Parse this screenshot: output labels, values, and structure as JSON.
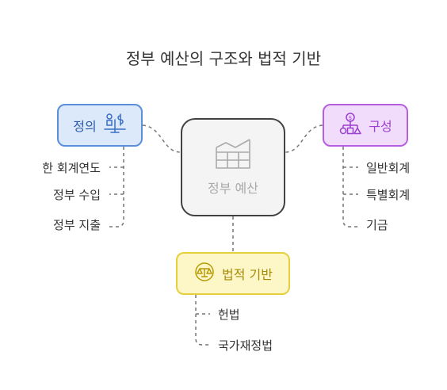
{
  "title": "정부 예산의 구조와 법적 기반",
  "center": {
    "label": "정부 예산",
    "icon": "table-chart-icon"
  },
  "definition": {
    "label": "정의",
    "icon": "scale-money-icon",
    "items": [
      "한 회계연도",
      "정부 수입",
      "정부 지출"
    ]
  },
  "composition": {
    "label": "구성",
    "icon": "hierarchy-icon",
    "items": [
      "일반회계",
      "특별회계",
      "기금"
    ]
  },
  "legal_basis": {
    "label": "법적 기반",
    "icon": "scales-justice-icon",
    "items": [
      "헌법",
      "국가재정법"
    ]
  },
  "colors": {
    "definition_accent": "#5b8fd9",
    "composition_accent": "#b55fe0",
    "legal_accent": "#e5cf3a",
    "center_border": "#424242"
  }
}
